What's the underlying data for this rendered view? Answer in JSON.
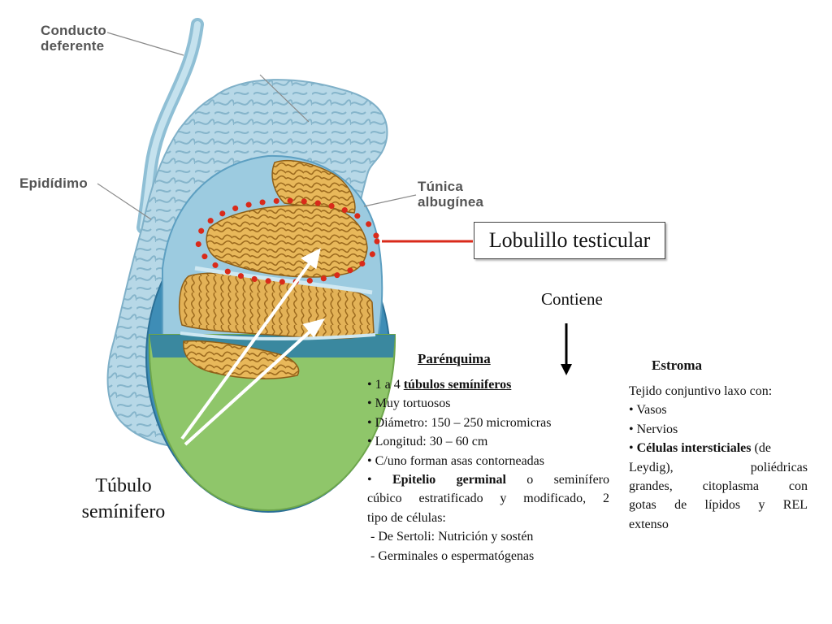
{
  "labels": {
    "conducto_deferente": [
      "Conducto",
      "deferente"
    ],
    "epididimo": "Epidídimo",
    "tunica_albuginea": [
      "Túnica",
      "albugínea"
    ],
    "lobulillo": "Lobulillo testicular",
    "contiene": "Contiene",
    "tubulo_seminifero": [
      "Túbulo",
      "semínifero"
    ]
  },
  "parenquima": {
    "title": "Parénquima",
    "bullet": "•",
    "items": [
      {
        "pre": "1 a 4 ",
        "emph": "túbulos semíniferos"
      },
      "Muy tortuosos",
      "Diámetro: 150 – 250 micromicras",
      "Longitud: 30 – 60 cm",
      "C/uno forman asas contorneadas"
    ],
    "epitelio": {
      "emph": "Epitelio germinal",
      "lines": [
        "o seminífero",
        "cúbico estratificado y modificado, 2",
        "tipo de células:"
      ]
    },
    "subitems": [
      "- De Sertoli: Nutrición y sostén",
      "- Germinales o espermatógenas"
    ]
  },
  "estroma": {
    "title": "Estroma",
    "intro": "Tejido conjuntivo laxo con:",
    "items": [
      "Vasos",
      "Nervios"
    ],
    "celulas": {
      "emph": "Células intersticiales",
      "lines": [
        "(de",
        "Leydig), poliédricas",
        "grandes, citoplasma con",
        "gotas de lípidos y REL",
        "extenso"
      ]
    }
  },
  "colors": {
    "epididymis": "#a9cfe0",
    "epididymis_outline": "#7fb0c8",
    "tubule": "#e8b85a",
    "tubule_dark": "#a06f20",
    "tunica_green": "#8fc66a",
    "tunica_blue": "#2b7da8",
    "dots": "#d92a1a"
  }
}
